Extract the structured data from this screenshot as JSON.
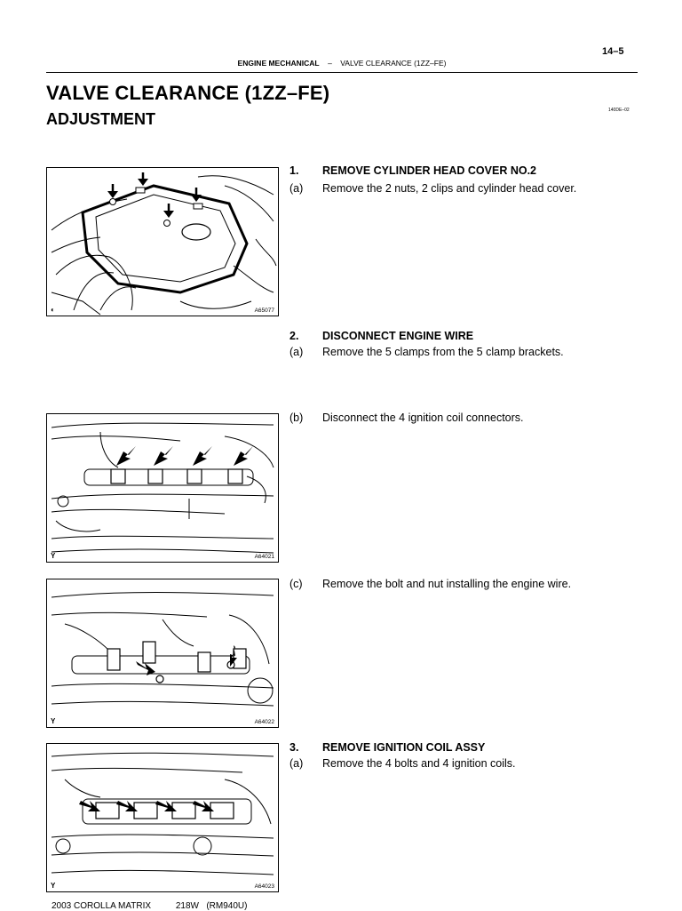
{
  "header": {
    "page_number": "14–5",
    "section": "ENGINE MECHANICAL",
    "separator": "–",
    "topic": "VALVE CLEARANCE (1ZZ–FE)"
  },
  "title": "VALVE CLEARANCE (1ZZ–FE)",
  "subtitle": "ADJUSTMENT",
  "doc_code": "140DE–02",
  "figures": [
    {
      "code": "A65077",
      "mark": "◐"
    },
    {
      "code": "A64021",
      "mark": "Y"
    },
    {
      "code": "A64022",
      "mark": "Y"
    },
    {
      "code": "A64023",
      "mark": "Y"
    }
  ],
  "steps": [
    {
      "number": "1.",
      "title": "REMOVE CYLINDER HEAD COVER NO.2",
      "items": [
        {
          "label": "(a)",
          "text": "Remove the 2 nuts, 2 clips and cylinder head cover."
        }
      ]
    },
    {
      "number": "2.",
      "title": "DISCONNECT ENGINE WIRE",
      "items": [
        {
          "label": "(a)",
          "text": "Remove the 5 clamps from the 5 clamp brackets."
        },
        {
          "label": "(b)",
          "text": "Disconnect the 4 ignition coil connectors."
        },
        {
          "label": "(c)",
          "text": "Remove the bolt and nut installing the engine wire."
        }
      ]
    },
    {
      "number": "3.",
      "title": "REMOVE IGNITION COIL ASSY",
      "items": [
        {
          "label": "(a)",
          "text": "Remove the 4 bolts and 4 ignition coils."
        }
      ]
    }
  ],
  "footer": "2003 COROLLA MATRIX          218W   (RM940U)"
}
